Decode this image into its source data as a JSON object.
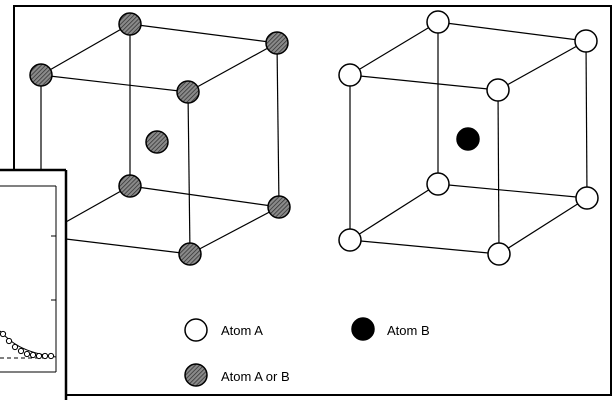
{
  "figure": {
    "left_panel": {
      "description_hidden": true
    },
    "cells": [
      {
        "id": "disordered",
        "corner_atom": "mixed",
        "center_atom": "mixed"
      },
      {
        "id": "ordered",
        "corner_atom": "A",
        "center_atom": "B"
      }
    ],
    "legend": {
      "items": [
        {
          "key": "atom-a",
          "label": "Atom A",
          "style": "open"
        },
        {
          "key": "atom-b",
          "label": "Atom B",
          "style": "solid"
        },
        {
          "key": "atom-a-or-b",
          "label": "Atom A or B",
          "style": "hatched"
        }
      ]
    },
    "colors": {
      "line": "#000000",
      "open_fill": "#ffffff",
      "solid_fill": "#000000",
      "hatch_bg": "#8a8a8a",
      "hatch_line": "#2a2a2a"
    }
  }
}
